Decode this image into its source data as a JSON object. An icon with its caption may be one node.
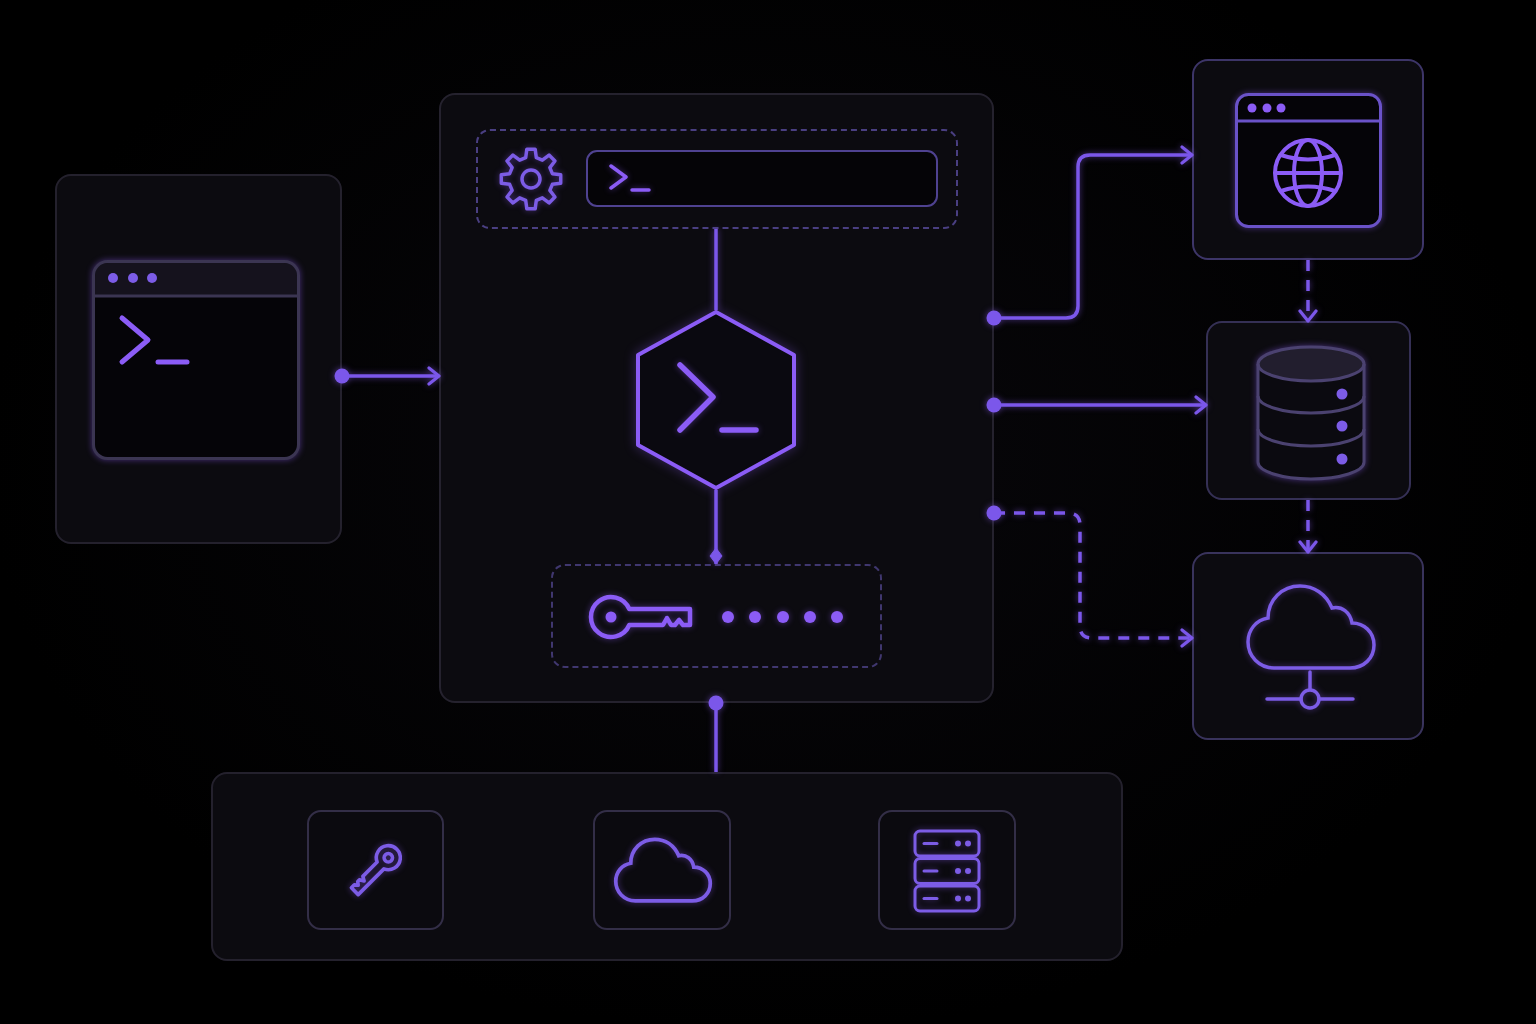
{
  "diagram": {
    "nodes": [
      {
        "text": [],
        "shape": "box"
      },
      {
        "text": [],
        "shape": "box"
      },
      {
        "text": [],
        "shape": "box",
        "in": 1
      },
      {
        "text": [],
        "shape": "hexagon",
        "in": 1
      },
      {
        "text": [],
        "shape": "box",
        "in": 1
      },
      {
        "text": [],
        "shape": "box"
      },
      {
        "text": [],
        "shape": "box"
      },
      {
        "text": [],
        "shape": "box"
      },
      {
        "text": [],
        "shape": "box"
      },
      {
        "text": [],
        "shape": "box",
        "in": 8
      },
      {
        "text": [],
        "shape": "box",
        "in": 8
      },
      {
        "text": [],
        "shape": "box",
        "in": 8
      }
    ],
    "edges": [
      {
        "from": 0,
        "to": 1,
        "arrow": "to"
      },
      {
        "from": 2,
        "to": 3,
        "arrow": "none"
      },
      {
        "from": 3,
        "to": 4,
        "arrow": "other"
      },
      {
        "from": 1,
        "to": 8,
        "arrow": "other"
      },
      {
        "from": 1,
        "to": 5,
        "arrow": "to"
      },
      {
        "from": 1,
        "to": 6,
        "arrow": "to"
      },
      {
        "from": 1,
        "to": 7,
        "arrow": "to",
        "style": "dashed"
      },
      {
        "from": 5,
        "to": 6,
        "arrow": "to",
        "style": "dashed"
      },
      {
        "from": 6,
        "to": 7,
        "arrow": "to",
        "style": "dashed"
      }
    ]
  }
}
